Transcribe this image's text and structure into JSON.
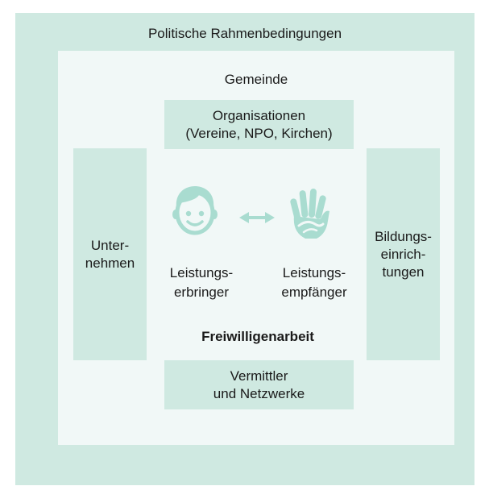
{
  "outer": {
    "title": "Politische Rahmenbedingungen"
  },
  "inner": {
    "title": "Gemeinde"
  },
  "top_box": {
    "line1": "Organisationen",
    "line2": "(Vereine, NPO, Kirchen)"
  },
  "bottom_box": {
    "line1": "Vermittler",
    "line2": "und Netzwerke"
  },
  "left_box": {
    "line1": "Unter-",
    "line2": "nehmen"
  },
  "right_box": {
    "line1": "Bildungs-",
    "line2": "einrich-",
    "line3": "tungen"
  },
  "provider": {
    "line1": "Leistungs-",
    "line2": "erbringer"
  },
  "recipient": {
    "line1": "Leistungs-",
    "line2": "empfänger"
  },
  "center_label": "Freiwilligenarbeit",
  "colors": {
    "outer_bg": "#cfe9e1",
    "inner_bg": "#f1f8f7",
    "icon": "#a9dcd0"
  },
  "icons": {
    "provider": "person-face-icon",
    "exchange": "double-arrow-icon",
    "recipient": "helping-hands-icon"
  }
}
